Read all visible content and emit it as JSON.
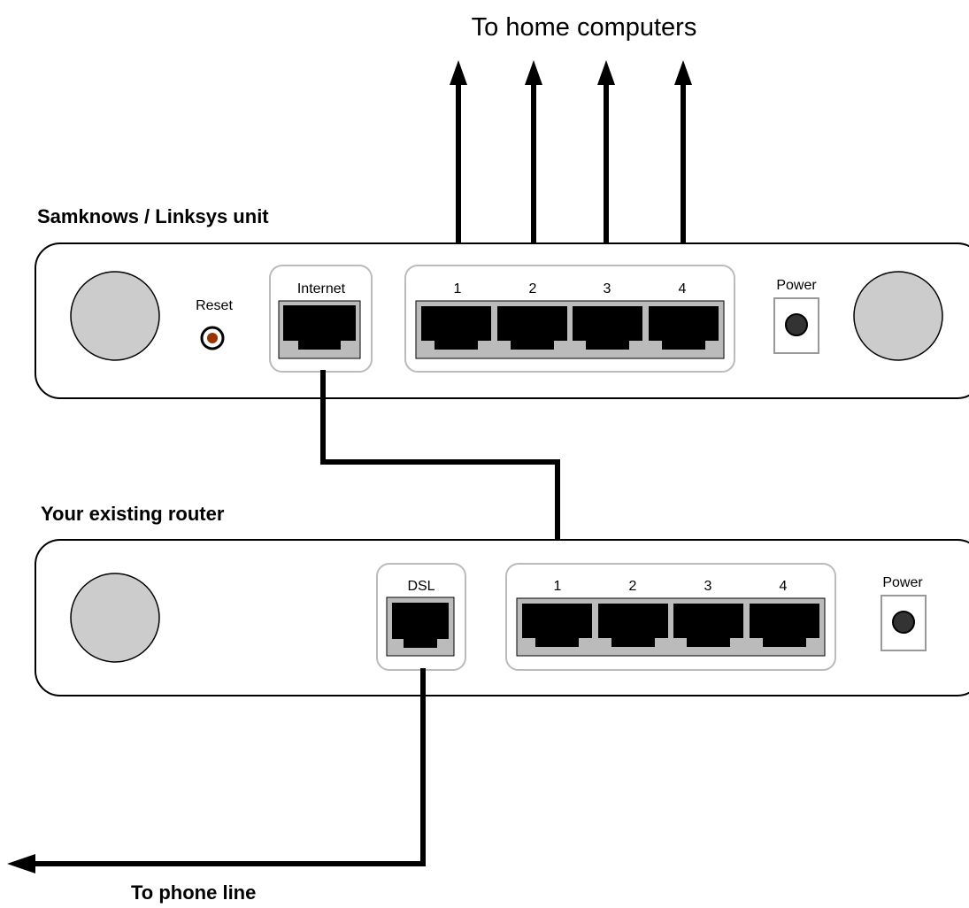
{
  "labels": {
    "to_home_computers": "To home computers",
    "to_phone_line": "To phone line"
  },
  "samknows_unit": {
    "title": "Samknows / Linksys unit",
    "reset_label": "Reset",
    "internet_label": "Internet",
    "port_numbers": [
      "1",
      "2",
      "3",
      "4"
    ],
    "power_label": "Power"
  },
  "existing_router": {
    "title": "Your existing router",
    "dsl_label": "DSL",
    "port_numbers": [
      "1",
      "2",
      "3",
      "4"
    ],
    "power_label": "Power"
  },
  "colors": {
    "line": "#000000",
    "knob_fill": "#cccccc",
    "port_fill": "#000000",
    "port_bg": "#bbbbbb",
    "group_border": "#bbbbbb",
    "reset_dot": "#993300",
    "power_button": "#333333"
  },
  "icons": [
    "arrow-up-icon",
    "arrow-left-icon",
    "ethernet-port-icon",
    "knob-icon",
    "reset-button-icon",
    "power-button-icon"
  ]
}
